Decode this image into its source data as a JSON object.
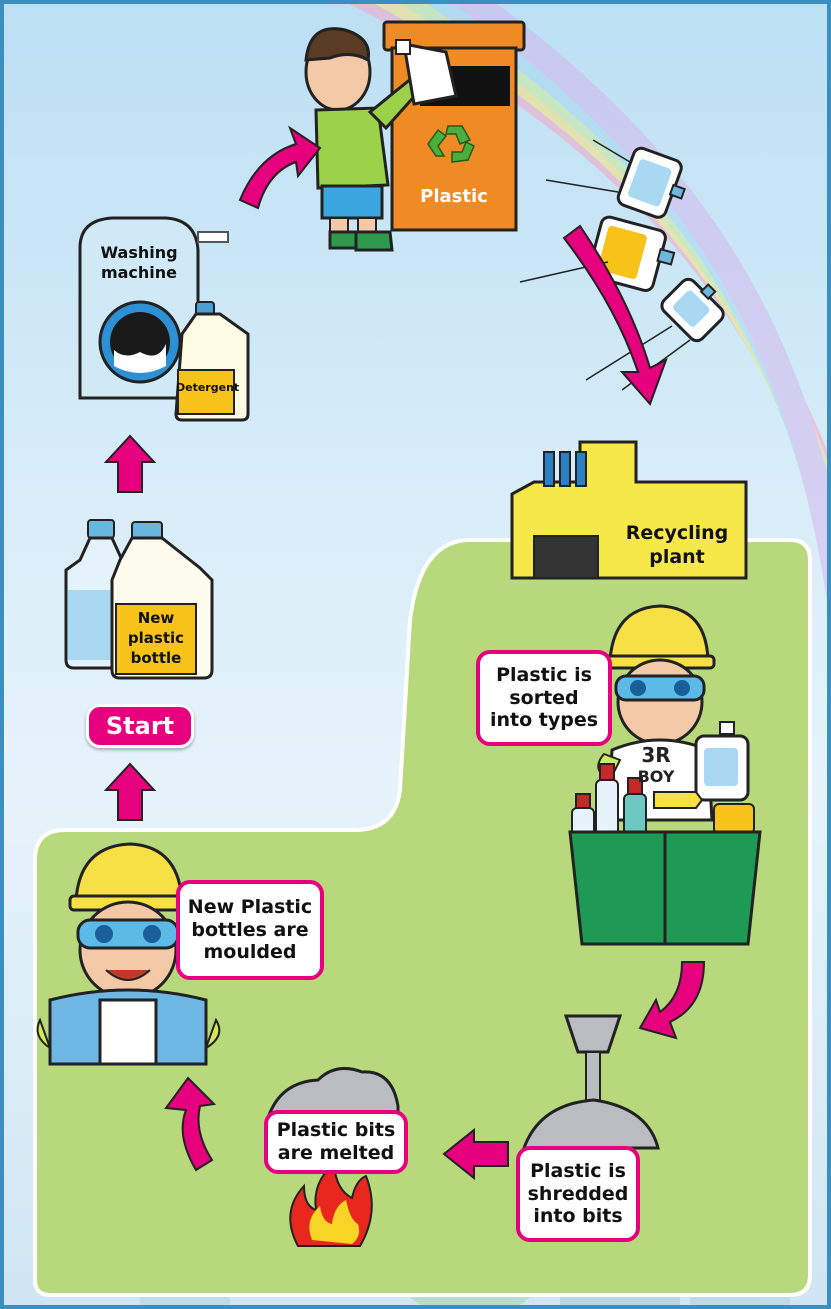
{
  "colors": {
    "arrow": "#e6007e",
    "bin": "#f08a24",
    "plant": "#f7e84a",
    "green_area": "#b7d97c",
    "box_border": "#e6007e"
  },
  "start": "Start",
  "labels": {
    "bin": "Plastic",
    "washing_machine_1": "Washing",
    "washing_machine_2": "machine",
    "detergent": "Detergent",
    "new_bottle_1": "New",
    "new_bottle_2": "plastic",
    "new_bottle_3": "bottle",
    "plant_1": "Recycling",
    "plant_2": "plant"
  },
  "steps": {
    "sorted": "Plastic is\nsorted\ninto types",
    "moulded": "New Plastic\nbottles are\nmoulded",
    "melted": "Plastic bits\nare melted",
    "shredded": "Plastic is\nshredded\ninto bits"
  },
  "vest": {
    "line1": "3R",
    "line2": "BOY"
  }
}
